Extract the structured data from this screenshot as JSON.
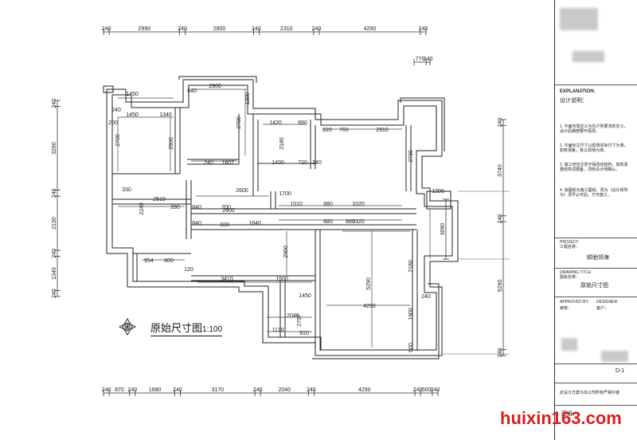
{
  "drawing": {
    "title": "原始尺寸图",
    "scale": "1:100"
  },
  "dims_top": [
    "240",
    "2990",
    "240",
    "2900",
    "240",
    "2310",
    "240",
    "4290",
    "240"
  ],
  "dims_top_right": [
    "770",
    "240"
  ],
  "dims_bottom": [
    "240",
    "870",
    "240",
    "1680",
    "240",
    "3170",
    "240",
    "2040",
    "240",
    "4290",
    "240",
    "500",
    "240"
  ],
  "dims_left": [
    "240",
    "3290",
    "240",
    "2130",
    "240",
    "1340",
    "240"
  ],
  "dims_right": [
    "240",
    "3740",
    "240",
    "5290",
    "240"
  ],
  "dims_right_inner": [
    "3090"
  ],
  "room_dims": [
    "1450",
    "1450",
    "1340",
    "240",
    "200",
    "2700",
    "2900",
    "2900",
    "840",
    "1300",
    "2700",
    "1420",
    "890",
    "820",
    "760",
    "2910",
    "2180",
    "1807",
    "240",
    "1400",
    "720",
    "240",
    "2600",
    "1700",
    "2730",
    "1200",
    "330",
    "2240",
    "2510",
    "1510",
    "3320",
    "3320",
    "2600",
    "840",
    "840",
    "1840",
    "880",
    "880",
    "880",
    "200",
    "100",
    "2960",
    "5290",
    "2180",
    "4290",
    "1900",
    "600",
    "240",
    "954",
    "800",
    "120",
    "3410",
    "1500",
    "1450",
    "2040",
    "2757",
    "1130",
    "910",
    "280"
  ],
  "title_block": {
    "explanation_label": "EXPLANATION:",
    "explanation_cn": "设计说明：",
    "notes": [
      "1. 平面布局定义为住户所要求的定义，设计后细部要作更改。",
      "2. 平面标注尺寸以现场实际尺寸为准，如有误差，各以现场为准。",
      "3. 施工时应注意不得改动结构，如有承重结构须报备，须经设计师确认。",
      "4. 该图纸为施工图纸，须为（设计师所为）须予认可后，方可施工。"
    ],
    "project_label": "PROJECT:",
    "project_sub": "工程名称：",
    "project_name": "顺驰领海",
    "drawing_title_label": "DRAWING TITLE:",
    "drawing_title_sub": "图纸名称：",
    "drawing_title_value": "原始尺寸图",
    "approved_label": "APPROVED BY:",
    "approved_sub": "审核：",
    "designer_label": "DESIGNER:",
    "designer_sub": "客户：",
    "sheet_no": "D-1",
    "footer_note": "此设计方案为本公司所有严禁抄袭",
    "footer_tag": "图纸"
  },
  "watermark": "huixin163.com"
}
